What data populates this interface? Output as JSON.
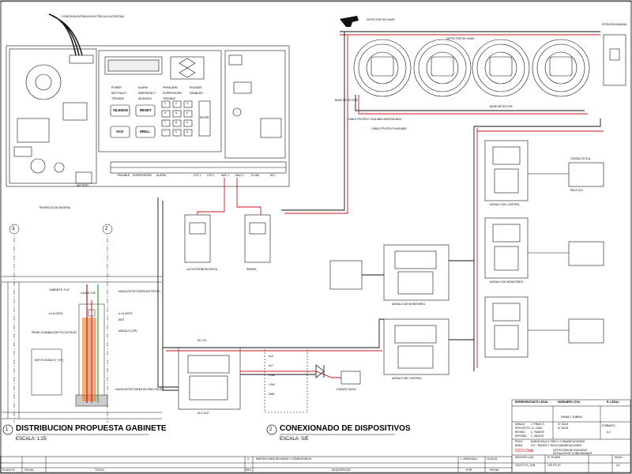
{
  "panel": {
    "indicators": [
      "POWER",
      "ALARM",
      "PREALARM",
      "RELEASE",
      "BATT.FAULT",
      "EMERGENCY",
      "SUPERVISORY",
      "TROUBLE",
      "SILENCED",
      "TROUBLE",
      "DISABLED"
    ],
    "buttons": [
      "SILENCE",
      "RESET",
      "ACK",
      "DRILL"
    ],
    "keys": [
      "1",
      "2",
      "3",
      "4",
      "5",
      "6",
      "7",
      "8",
      "9",
      "*",
      "0",
      "#"
    ],
    "enter_key": "ENTER",
    "terminal_labels": [
      "TROUBLE",
      "SUPERVISORY",
      "ALARM",
      "LTO 1",
      "LTO 2",
      "NAC 1",
      "NAC 2",
      "P-LAN",
      "SLC"
    ],
    "battery_label": "BATTERY"
  },
  "notes": [
    "CONEXION ENTRADA ELECTRICA A LA CENTRAL",
    "RESPALDO DE BATERIA",
    "CABLE FPL/FPLP 2x18 AWG AHESIVA 600V",
    "CABLE FPL/FPLP 4x18 AWG",
    "MODULO DE MONITOREO",
    "MODULO DE CONTROL",
    "DETECTOR DE HUMO",
    "BASE DETECTOR"
  ],
  "labels": {
    "cabinet_title": "DISTRIBUCION PROPUESTA GABINETE",
    "cabinet_scale": "ESCALA: 1:25",
    "devices_title": "CONEXIONADO DE DISPOSITIVOS",
    "devices_scale": "ESCALA: S/E",
    "section_1": "1",
    "section_2": "2",
    "axis_3": "3",
    "axis_2": "2",
    "cabinet_notes": [
      "GABINETE 4\"x4\"",
      "A LA VISTA",
      "PANEL ILUMINACION FOCOS PA 60",
      "EMT FLEXIBLE 3\" (Y4\")",
      "EMT",
      "MODULO (TIP)",
      "HACIA DETECTORES EN PISO FALSO",
      "HACIA DETECTORES EN TECHO",
      "CAJAS 4\"x4\"",
      "A LA VISTA"
    ],
    "device_labels": [
      "MODULO DE CONTROL",
      "MODULO DE MONITOREO",
      "DETECTOR DE HUMO",
      "BASE DETECTOR",
      "ESTACION MANUAL",
      "LUZ ESTROBOSCOPICA",
      "SIRENA",
      "CONTACTO N.A.",
      "RELE 24V",
      "FUENTE 24VDC"
    ],
    "module_labels": [
      "N.A.",
      "N.C.",
      "COM",
      "+24V",
      "GND",
      "SLC IN",
      "SLC OUT"
    ]
  },
  "title_block": {
    "header": [
      "REPRESENTANTE LEGAL",
      "INGENIERO CIVIL",
      "R. LEGAL"
    ],
    "sign": "FIRMA Y TIMBRE",
    "rows": [
      [
        "DIBUJO",
        "J. FRIAS S.",
        "07.05.26"
      ],
      [
        "PROYECTO",
        "J.L. DIAZ",
        "07.05.26"
      ],
      [
        "REVISO",
        "C. RAMOS",
        ""
      ],
      [
        "APROBO",
        "C. MATOS",
        ""
      ]
    ],
    "format": "FORMATO",
    "format_value": "A-1",
    "proy_label": "PROY.",
    "proy": "NUEVA SALA TI RED Y COMUNICACIONES",
    "area_label": "AREA",
    "area": "DTI - REDES Y TELECOMUNICACIONES",
    "desc": [
      "DETECCION DE INCENDIO",
      "DETALLES DE CONEXIONADO"
    ],
    "company": "CCU Chile",
    "plane_no_label": "ARCHIVO CAD",
    "plane_no": "125-FTI-07_JUN",
    "sheet_label": "N° PLANO",
    "sheet": "125-FTI-07",
    "rev_label": "HOJA",
    "rev": "1/1"
  },
  "revisions": {
    "headers": [
      "PLANO N°",
      "FECHA",
      "TITULO",
      "REV.",
      "DESCRIPCION",
      "POR",
      "FECHA"
    ],
    "row": [
      "0",
      "EMITIDO PARA REVISION Y COMENTARIOS",
      "J. VENEGAS L.",
      "13.05.26"
    ]
  },
  "colors": {
    "line": "#111111",
    "red": "#d1131b",
    "green": "#2e9c3a",
    "orange": "#e8701a",
    "gray": "#7a7a7a"
  }
}
